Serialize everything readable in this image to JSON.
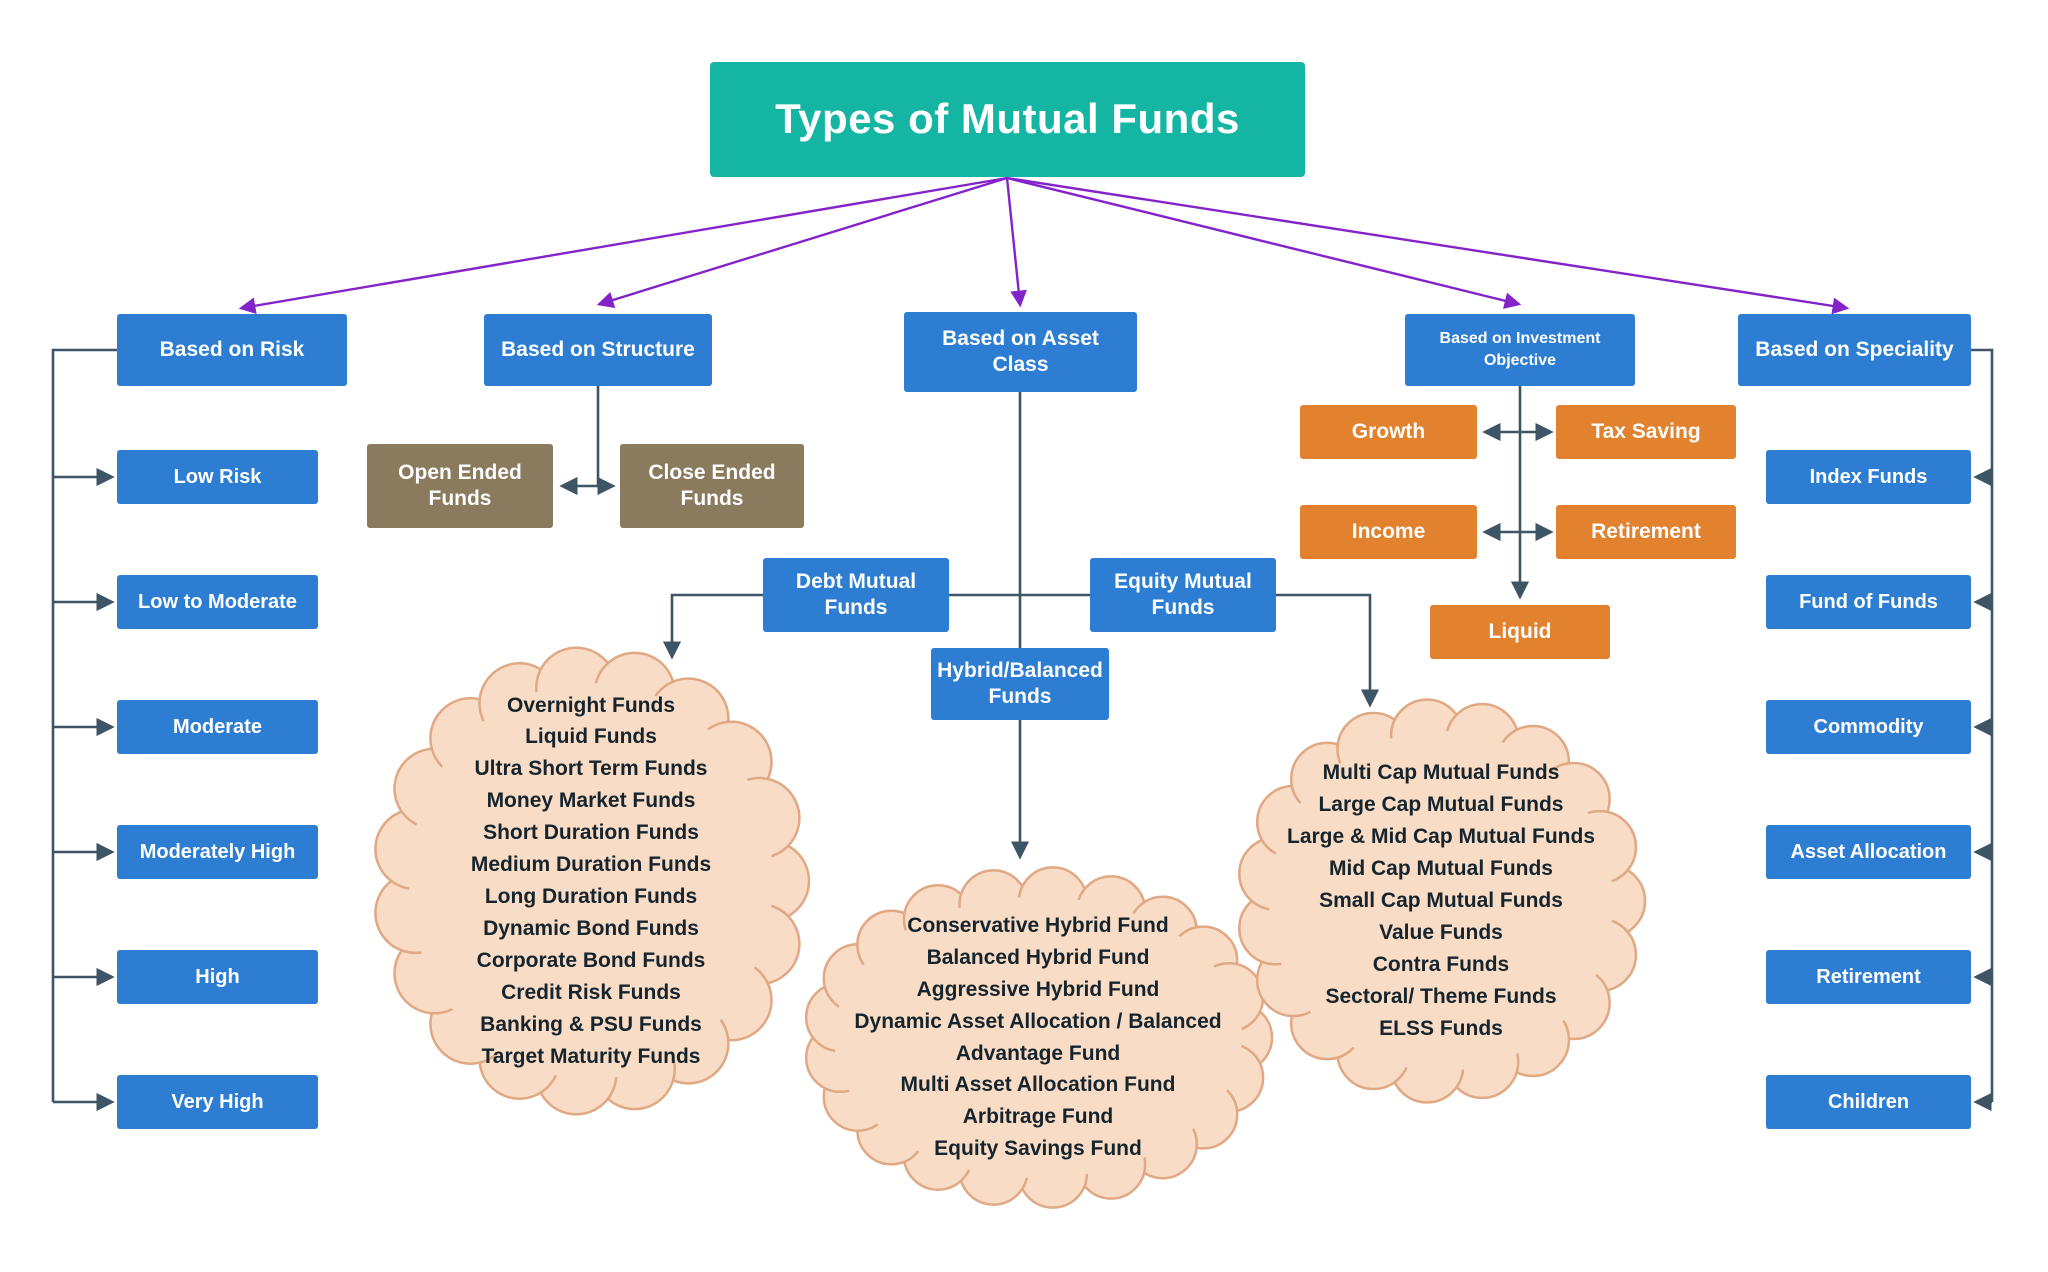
{
  "title": "Types of Mutual Funds",
  "colors": {
    "teal": "#15B5A3",
    "blue": "#2D7DD2",
    "orange": "#E2812E",
    "brown": "#8A7A5E",
    "cloud_fill": "#F8DCC6",
    "cloud_border": "#E0A883",
    "purple": "#8323C9",
    "line": "#3E5565"
  },
  "categories": {
    "risk": "Based on Risk",
    "structure": "Based on Structure",
    "asset_class": "Based on Asset Class",
    "investment_objective": "Based on Investment Objective",
    "speciality": "Based on Speciality"
  },
  "risk_levels": [
    "Low Risk",
    "Low to Moderate",
    "Moderate",
    "Moderately High",
    "High",
    "Very High"
  ],
  "structure_types": [
    "Open Ended Funds",
    "Close Ended Funds"
  ],
  "asset_class_nodes": {
    "debt": "Debt Mutual Funds",
    "equity": "Equity Mutual Funds",
    "hybrid": "Hybrid/Balanced Funds"
  },
  "investment_objectives": {
    "growth": "Growth",
    "tax_saving": "Tax Saving",
    "income": "Income",
    "retirement": "Retirement",
    "liquid": "Liquid"
  },
  "speciality_types": [
    "Index Funds",
    "Fund of Funds",
    "Commodity",
    "Asset Allocation",
    "Retirement",
    "Children"
  ],
  "debt_fund_types": [
    "Overnight Funds",
    "Liquid Funds",
    "Ultra Short Term Funds",
    "Money Market Funds",
    "Short Duration Funds",
    "Medium Duration Funds",
    "Long Duration Funds",
    "Dynamic Bond Funds",
    "Corporate Bond Funds",
    "Credit Risk Funds",
    "Banking & PSU Funds",
    "Target Maturity Funds"
  ],
  "hybrid_fund_types": [
    "Conservative Hybrid Fund",
    "Balanced Hybrid Fund",
    "Aggressive Hybrid Fund",
    "Dynamic Asset Allocation / Balanced Advantage Fund",
    "Multi Asset Allocation Fund",
    "Arbitrage Fund",
    "Equity Savings Fund"
  ],
  "equity_fund_types": [
    "Multi Cap Mutual Funds",
    "Large Cap Mutual Funds",
    "Large & Mid Cap Mutual Funds",
    "Mid Cap Mutual Funds",
    "Small Cap Mutual Funds",
    "Value Funds",
    "Contra Funds",
    "Sectoral/ Theme Funds",
    "ELSS Funds"
  ]
}
